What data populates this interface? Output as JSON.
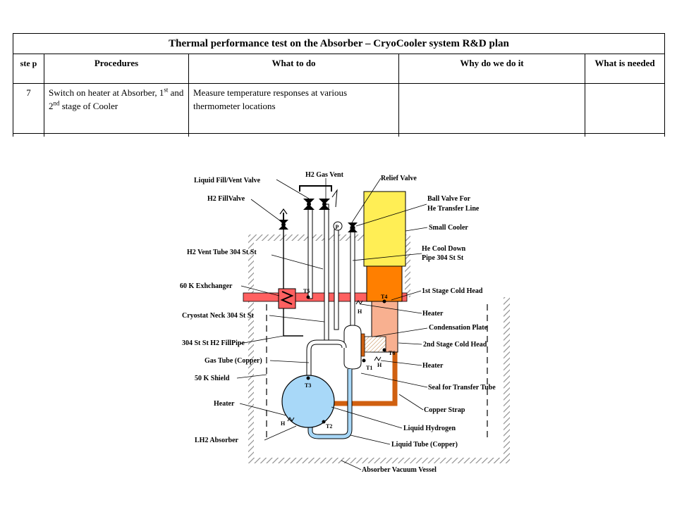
{
  "table": {
    "title": "Thermal performance test on the Absorber – CryoCooler system R&D plan",
    "headers": {
      "step": "ste p",
      "procedures": "Procedures",
      "what": "What to do",
      "why": "Why do we do it",
      "needed": "What is needed"
    },
    "row": {
      "step": "7",
      "proc_a": "Switch on heater at Absorber, 1",
      "proc_sup1": "st",
      "proc_b": " and 2",
      "proc_sup2": "nd",
      "proc_c": " stage of Cooler",
      "what": "Measure temperature responses at various thermometer locations",
      "why": "",
      "needed": ""
    }
  },
  "diagram": {
    "labels": {
      "liquid_fill_vent_valve": "Liquid Fill/Vent Valve",
      "h2_fill_valve": "H2 FillValve",
      "h2_vent_tube": "H2 Vent Tube 304 St St",
      "exchanger": "60 K Exhchanger",
      "cryostat_neck": "Cryostat Neck 304 St St",
      "fill_pipe": "304 St St H2 FillPipe",
      "gas_tube": "Gas Tube (Copper)",
      "shield": "50 K Shield",
      "heater_left": "Heater",
      "absorber": "LH2 Absorber",
      "h2_gas_vent": "H2 Gas Vent",
      "relief_valve": "Relief Valve",
      "ball_valve_1": "Ball Valve For",
      "ball_valve_2": "He Transfer Line",
      "small_cooler": "Small Cooler",
      "he_cool_down_1": "He Cool Down",
      "he_cool_down_2": "Pipe 304 St St",
      "first_stage": "1st Stage Cold Head",
      "heater_1": "Heater",
      "condensation_plate": "Condensation Plate",
      "second_stage": "2nd Stage Cold Head",
      "heater_2": "Heater",
      "seal": "Seal for Transfer Tube",
      "copper_strap": "Copper Strap",
      "liquid_hydrogen": "Liquid Hydrogen",
      "liquid_tube": "Liquid Tube (Copper)",
      "vacuum_vessel": "Absorber Vacuum Vessel"
    },
    "markers": {
      "t1": "T1",
      "t2": "T2",
      "t3": "T3",
      "t4": "T4",
      "t5": "T5",
      "t6": "T6",
      "h": "H",
      "p": "P"
    },
    "colors": {
      "cooler": "#ffee55",
      "first_stage": "#ff7f00",
      "second_stage": "#f8b090",
      "exchanger_band": "#ff6060",
      "absorber": "#a8d8f8",
      "copper_strap": "#d06010",
      "shield_pattern": "#888888"
    }
  }
}
